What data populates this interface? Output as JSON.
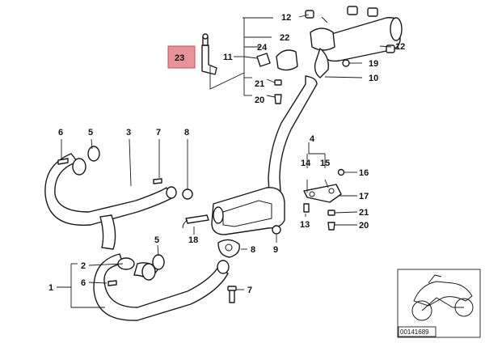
{
  "diagram": {
    "highlight_color": "#e8929a",
    "callouts": [
      {
        "id": "c12a",
        "label": "12"
      },
      {
        "id": "c12b",
        "label": "12"
      },
      {
        "id": "c22",
        "label": "22"
      },
      {
        "id": "c24",
        "label": "24"
      },
      {
        "id": "c11",
        "label": "11"
      },
      {
        "id": "c19",
        "label": "19"
      },
      {
        "id": "c10",
        "label": "10"
      },
      {
        "id": "c21a",
        "label": "21"
      },
      {
        "id": "c20a",
        "label": "20"
      },
      {
        "id": "c23",
        "label": "23"
      },
      {
        "id": "c6a",
        "label": "6"
      },
      {
        "id": "c5a",
        "label": "5"
      },
      {
        "id": "c3",
        "label": "3"
      },
      {
        "id": "c7a",
        "label": "7"
      },
      {
        "id": "c8a",
        "label": "8"
      },
      {
        "id": "c4",
        "label": "4"
      },
      {
        "id": "c14",
        "label": "14"
      },
      {
        "id": "c15",
        "label": "15"
      },
      {
        "id": "c16",
        "label": "16"
      },
      {
        "id": "c17",
        "label": "17"
      },
      {
        "id": "c21b",
        "label": "21"
      },
      {
        "id": "c20b",
        "label": "20"
      },
      {
        "id": "c13",
        "label": "13"
      },
      {
        "id": "c18",
        "label": "18"
      },
      {
        "id": "c8b",
        "label": "8"
      },
      {
        "id": "c9",
        "label": "9"
      },
      {
        "id": "c5b",
        "label": "5"
      },
      {
        "id": "c2",
        "label": "2"
      },
      {
        "id": "c1",
        "label": "1"
      },
      {
        "id": "c6b",
        "label": "6"
      },
      {
        "id": "c7b",
        "label": "7"
      }
    ],
    "inset": {
      "diagram_id": "00141689"
    }
  }
}
